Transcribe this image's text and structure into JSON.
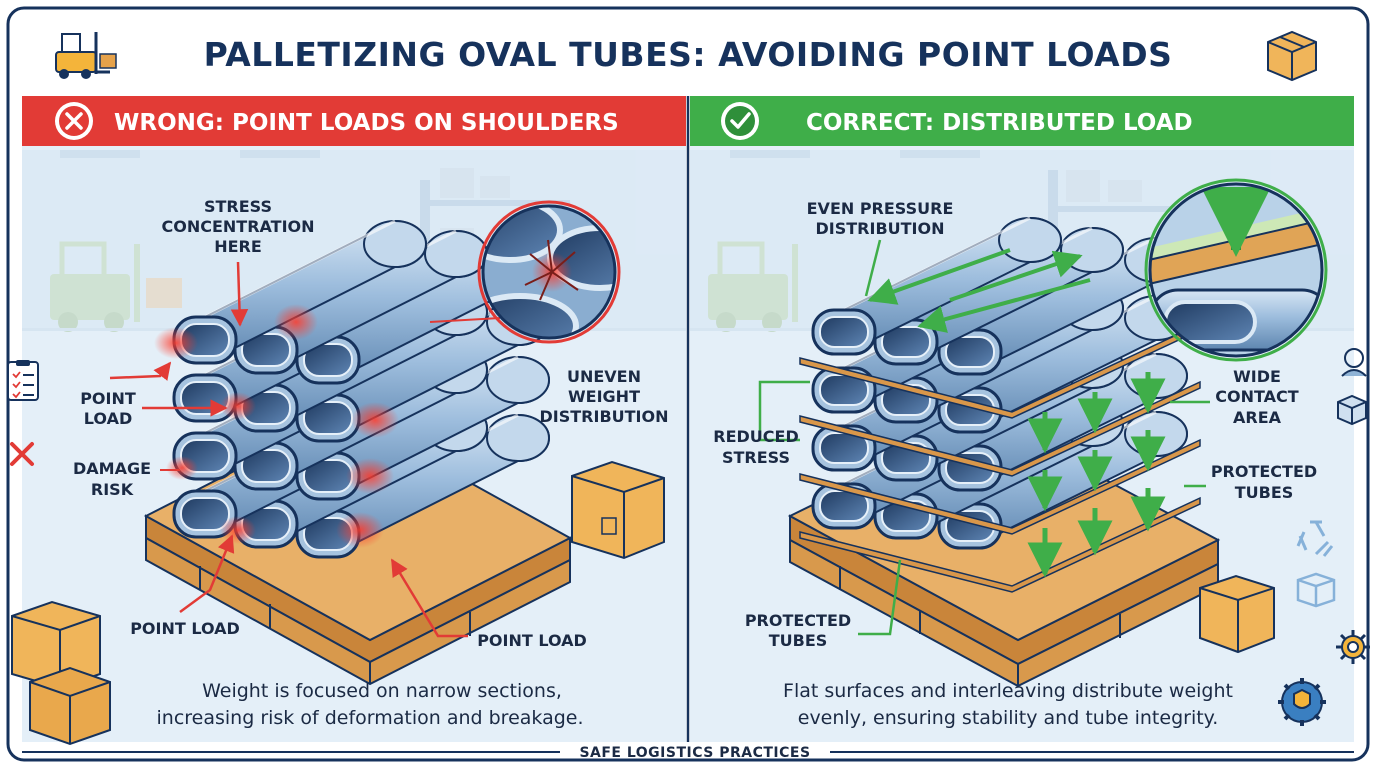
{
  "title": "PALLETIZING OVAL TUBES: AVOIDING POINT LOADS",
  "left_panel": {
    "heading": "WRONG: POINT LOADS ON SHOULDERS",
    "color": "#e23b36",
    "labels": {
      "stress": [
        "STRESS",
        "CONCENTRATION",
        "HERE"
      ],
      "point_load_left": [
        "POINT",
        "LOAD"
      ],
      "damage": [
        "DAMAGE",
        "RISK"
      ],
      "uneven": [
        "UNEVEN",
        "WEIGHT",
        "DISTRIBUTION"
      ],
      "point_load_bottom": "POINT LOAD",
      "point_load_right": "POINT LOAD"
    },
    "caption": [
      "Weight is focused on narrow sections,",
      "increasing risk of deformation and breakage."
    ]
  },
  "right_panel": {
    "heading": "CORRECT: DISTRIBUTED LOAD",
    "color": "#3fae49",
    "labels": {
      "even": [
        "EVEN PRESSURE",
        "DISTRIBUTION"
      ],
      "reduced": [
        "REDUCED",
        "STRESS"
      ],
      "wide": [
        "WIDE",
        "CONTACT",
        "AREA"
      ],
      "protected_right": [
        "PROTECTED",
        "TUBES"
      ],
      "protected_bottom": [
        "PROTECTED",
        "TUBES"
      ]
    },
    "caption": [
      "Flat surfaces and interleaving distribute weight",
      "evenly, ensuring stability and tube integrity."
    ]
  },
  "footer": "SAFE LOGISTICS PRACTICES",
  "colors": {
    "navy": "#16325c",
    "tube": "#8fb3d6",
    "wood": "#e0a456",
    "sky": "#e4eff8"
  },
  "icons": [
    "forklift-icon",
    "box-icon",
    "checklist-icon",
    "cross-icon",
    "worker-icon",
    "package-icon",
    "recycle-icon",
    "open-box-icon",
    "gear-icon",
    "shield-gear-icon"
  ]
}
